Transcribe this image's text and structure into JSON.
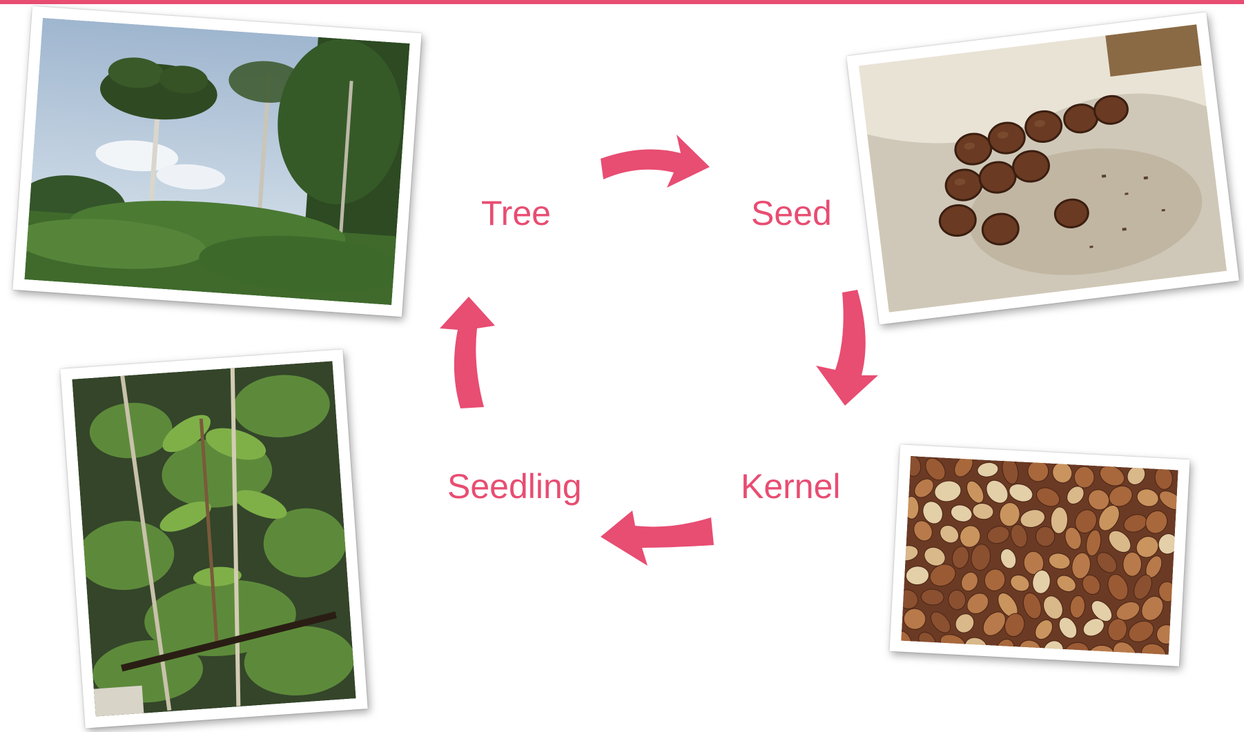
{
  "colors": {
    "accent": "#e84d72",
    "frame": "#ffffff",
    "background": "#ffffff"
  },
  "cycle": {
    "stages": [
      {
        "id": "tree",
        "label": "Tree"
      },
      {
        "id": "seed",
        "label": "Seed"
      },
      {
        "id": "kernel",
        "label": "Kernel"
      },
      {
        "id": "seedling",
        "label": "Seedling"
      }
    ],
    "arrows": [
      {
        "from": "tree",
        "to": "seed"
      },
      {
        "from": "seed",
        "to": "kernel"
      },
      {
        "from": "kernel",
        "to": "seedling"
      },
      {
        "from": "seedling",
        "to": "tree"
      }
    ]
  }
}
